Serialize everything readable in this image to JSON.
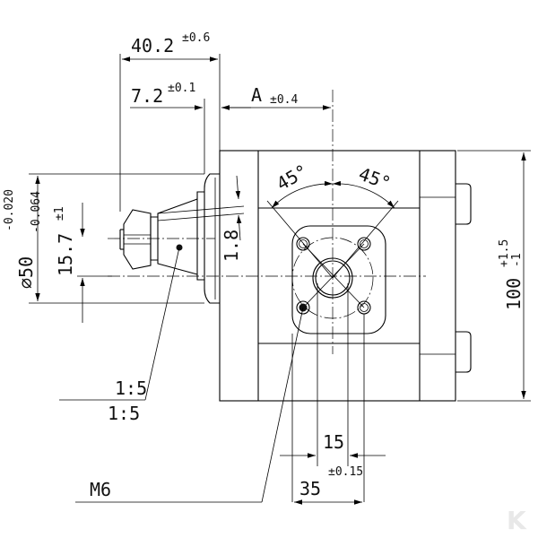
{
  "dimensions": {
    "width_total": "40.2",
    "width_total_tol": "±0.6",
    "flange": "7.2",
    "flange_tol": "±0.1",
    "port_offset": "A",
    "port_offset_tol": "±0.4",
    "angle_left": "45°",
    "angle_right": "45°",
    "shaft_diameter": "⌀50",
    "shaft_tol_upper": "-0.020",
    "shaft_tol_lower": "-0.064",
    "shaft_height": "15.7",
    "shaft_height_tol": "±1",
    "chamfer": "1.8",
    "body_height": "100",
    "body_height_tol_upper": "+1.5",
    "body_height_tol_lower": "-1",
    "taper_1": "1:5",
    "taper_2": "1:5",
    "thread": "M6",
    "bolt_spacing": "15",
    "port_spacing": "35",
    "port_spacing_tol": "±0.15"
  },
  "logo_text": "K"
}
